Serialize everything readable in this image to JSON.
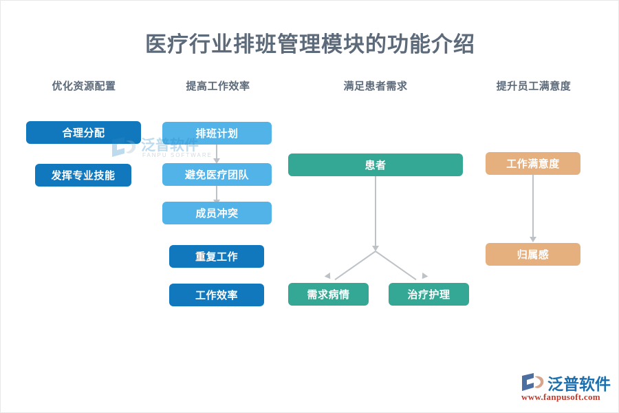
{
  "page": {
    "title": "医疗行业排班管理模块的功能介绍",
    "background_color": "#ffffff",
    "title_color": "#5c6a7a"
  },
  "colors": {
    "blue_dark": "#1278bd",
    "blue_light": "#52b3e8",
    "teal": "#34a894",
    "orange": "#e5b07e",
    "connector": "#bdc2c6",
    "logo_blue": "#1c6fae",
    "logo_red": "#c0392b"
  },
  "columns": [
    {
      "id": "col-resource",
      "header": "优化资源配置",
      "color": "#1278bd",
      "nodes": [
        {
          "id": "node-reasonable-allocation",
          "label": "合理分配",
          "color": "blue-dark"
        },
        {
          "id": "node-professional-skill",
          "label": "发挥专业技能",
          "color": "blue-dark"
        }
      ]
    },
    {
      "id": "col-efficiency",
      "header": "提高工作效率",
      "color": "#52b3e8",
      "nodes": [
        {
          "id": "node-shift-plan",
          "label": "排班计划",
          "color": "blue-light"
        },
        {
          "id": "node-avoid-medical-team",
          "label": "避免医疗团队",
          "color": "blue-light"
        },
        {
          "id": "node-member-conflict",
          "label": "成员冲突",
          "color": "blue-light"
        },
        {
          "id": "node-repeated-work",
          "label": "重复工作",
          "color": "blue-dark"
        },
        {
          "id": "node-work-efficiency",
          "label": "工作效率",
          "color": "blue-dark"
        }
      ]
    },
    {
      "id": "col-patient",
      "header": "满足患者需求",
      "color": "#34a894",
      "nodes": [
        {
          "id": "node-patient",
          "label": "患者",
          "color": "teal"
        },
        {
          "id": "node-demand-condition",
          "label": "需求病情",
          "color": "teal"
        },
        {
          "id": "node-treatment-care",
          "label": "治疗护理",
          "color": "teal"
        }
      ]
    },
    {
      "id": "col-staff",
      "header": "提升员工满意度",
      "color": "#e5b07e",
      "nodes": [
        {
          "id": "node-job-satisfaction",
          "label": "工作满意度",
          "color": "orange"
        },
        {
          "id": "node-belonging",
          "label": "归属感",
          "color": "orange"
        }
      ]
    }
  ],
  "watermark": {
    "brand": "泛普软件",
    "subtitle": "FANPU SOFTWARE"
  },
  "logo": {
    "brand": "泛普软件",
    "url": "www.fanpusoft.com"
  }
}
